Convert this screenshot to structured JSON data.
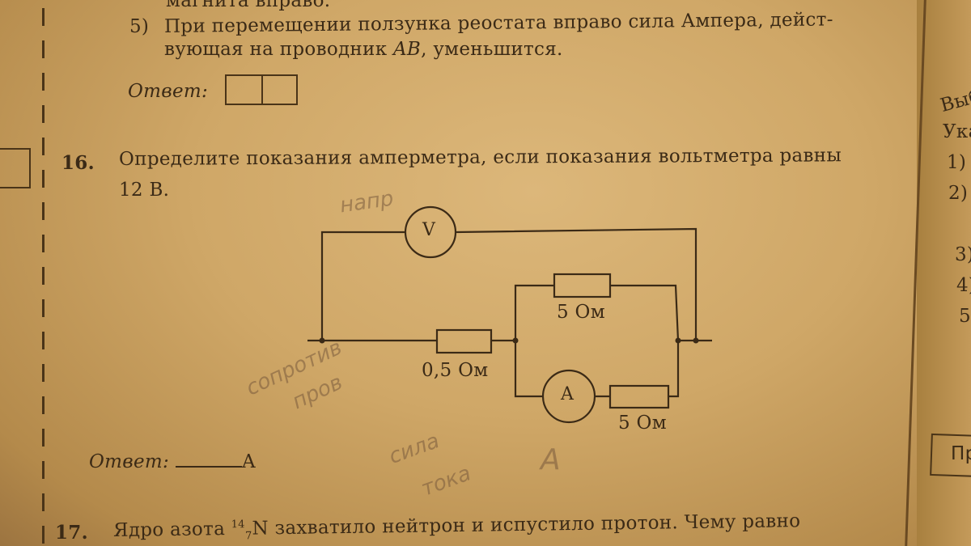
{
  "prev_task": {
    "line_top": "магнита вправо.",
    "item5_number": "5)",
    "item5_line1": "При перемещении ползунка реостата вправо сила Ампера, дейст-",
    "item5_line2_pre": "вующая на проводник ",
    "item5_line2_ab": "AB",
    "item5_line2_post": ", уменьшится.",
    "answer_label": "Ответ:"
  },
  "task16": {
    "number": "16.",
    "line1": "Определите показания амперметра, если показания вольтметра равны",
    "line2": "12 В.",
    "answer_label": "Ответ:",
    "answer_unit": "А",
    "circuit": {
      "voltmeter_label": "V",
      "ammeter_label": "A",
      "r_series": "0,5 Ом",
      "r_upper": "5 Ом",
      "r_lower": "5 Ом",
      "voltmeter_reading_V": 12
    }
  },
  "task17": {
    "number": "17.",
    "text_pre": "Ядро азота ",
    "mass_number": "14",
    "atomic_number": "7",
    "symbol": "N",
    "text_post": " захватило нейтрон и испустило протон. Чему равно"
  },
  "right_page": {
    "lines": [
      "Выб",
      "Ука",
      "1)",
      "2)",
      "3)",
      "4)",
      "5",
      "Пр"
    ]
  },
  "pencil_notes": [
    "напр",
    "сопротив",
    "пров",
    "сила",
    "тока",
    "А"
  ]
}
